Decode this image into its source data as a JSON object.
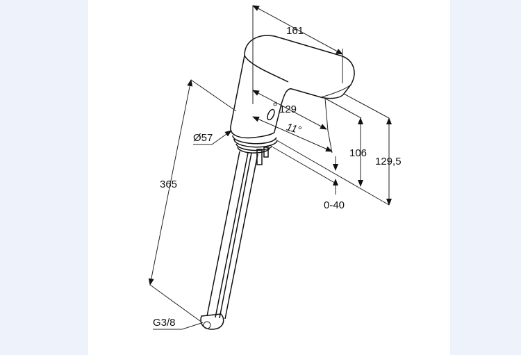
{
  "drawing": {
    "dimensions": {
      "spout_length": "161",
      "spout_reach": "129",
      "angle": "11°",
      "outlet_height": "106",
      "total_height": "129,5",
      "deck_thickness": "0-40",
      "hose_length": "365",
      "base_diameter": "Ø57",
      "connection_thread": "G3/8"
    }
  }
}
